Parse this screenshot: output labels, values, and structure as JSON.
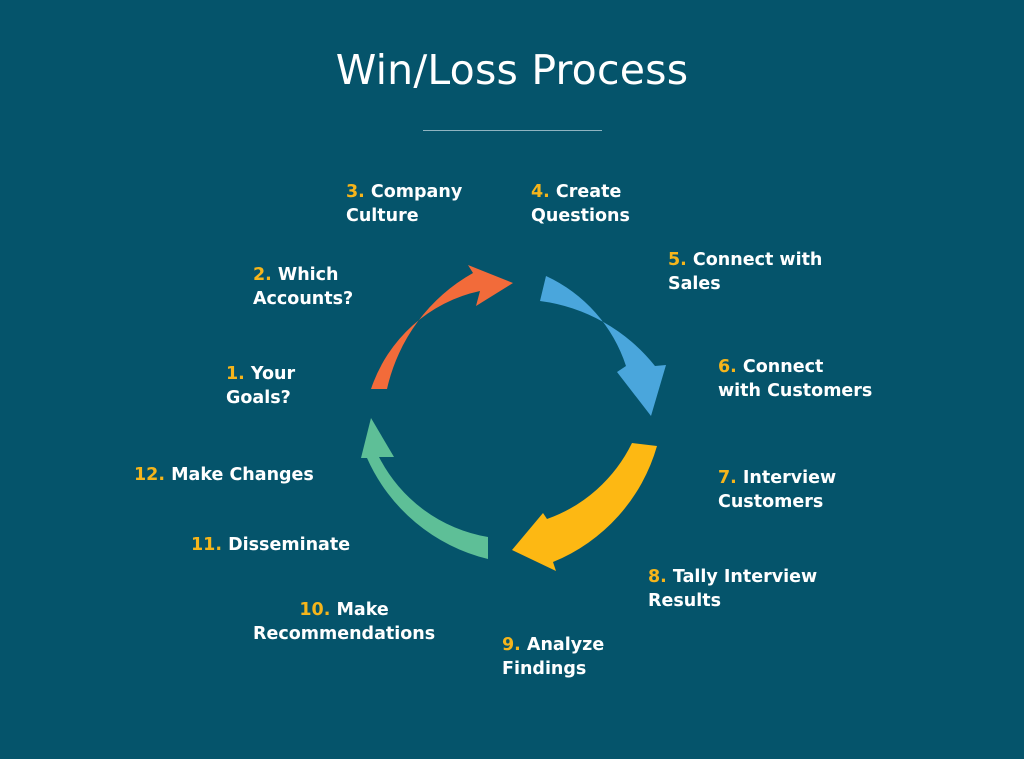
{
  "title": "Win/Loss Process",
  "colors": {
    "background": "#05546b",
    "number": "#f5b51b",
    "arrow_orange": "#f26b3a",
    "arrow_blue": "#4aa6dc",
    "arrow_yellow": "#fdb813",
    "arrow_green": "#5ebf97"
  },
  "steps": [
    {
      "num": "1.",
      "line1": "Your",
      "line2": "Goals?"
    },
    {
      "num": "2.",
      "line1": "Which",
      "line2": "Accounts?"
    },
    {
      "num": "3.",
      "line1": "Company",
      "line2": "Culture"
    },
    {
      "num": "4.",
      "line1": "Create",
      "line2": "Questions"
    },
    {
      "num": "5.",
      "line1": "Connect with",
      "line2": "Sales"
    },
    {
      "num": "6.",
      "line1": "Connect",
      "line2": "with Customers"
    },
    {
      "num": "7.",
      "line1": "Interview",
      "line2": "Customers"
    },
    {
      "num": "8.",
      "line1": "Tally Interview",
      "line2": "Results"
    },
    {
      "num": "9.",
      "line1": "Analyze",
      "line2": "Findings"
    },
    {
      "num": "10.",
      "line1": "Make",
      "line2": "Recommendations"
    },
    {
      "num": "11.",
      "line1": "Disseminate",
      "line2": ""
    },
    {
      "num": "12.",
      "line1": "Make Changes",
      "line2": ""
    }
  ]
}
